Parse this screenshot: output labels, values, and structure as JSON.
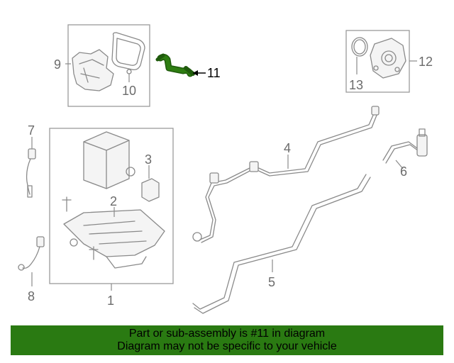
{
  "diagram": {
    "callouts": {
      "c1": "1",
      "c2": "2",
      "c3": "3",
      "c4": "4",
      "c5": "5",
      "c6": "6",
      "c7": "7",
      "c8": "8",
      "c9": "9",
      "c10": "10",
      "c11": "11",
      "c12": "12",
      "c13": "13"
    },
    "highlighted_part": "11",
    "highlight_color": "#2e7d12"
  },
  "banner": {
    "line1": "Part or sub-assembly is #11 in diagram",
    "line2": "Diagram may not be specific to your vehicle",
    "background": "#2a7a12"
  }
}
